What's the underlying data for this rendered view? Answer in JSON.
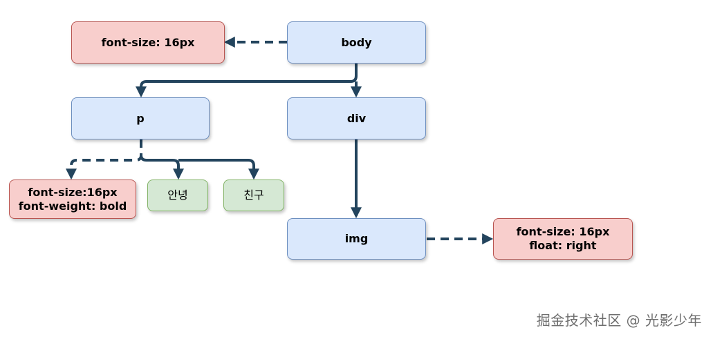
{
  "nodes": {
    "body": "body",
    "p": "p",
    "div": "div",
    "img": "img",
    "body_style": "font-size: 16px",
    "p_style": [
      "font-size:16px",
      "font-weight: bold"
    ],
    "img_style": [
      "font-size: 16px",
      "float: right"
    ],
    "text1": "안녕",
    "text2": "친구"
  },
  "colors": {
    "element_fill": "#dae8fc",
    "element_border": "#6c8ebf",
    "style_fill": "#f8cecc",
    "style_border": "#b85450",
    "text_fill": "#d5e8d4",
    "text_border": "#82b366",
    "connector": "#23445d"
  },
  "watermark": "掘金技术社区 @ 光影少年"
}
